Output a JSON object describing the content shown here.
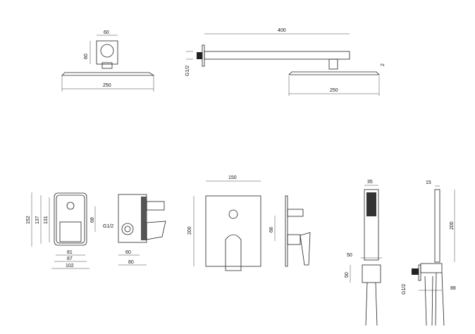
{
  "top_left_view": {
    "width": "60",
    "height": "60",
    "head_width": "250"
  },
  "top_right_view": {
    "arm_length": "400",
    "thread": "G1/2",
    "head_thickness": "2",
    "head_width": "250"
  },
  "valve_box_front": {
    "height_total": "152",
    "height_mid": "137",
    "height_inner": "131",
    "outlet_spacing": "68",
    "width_inner": "81",
    "width_mid": "87",
    "width_total": "102"
  },
  "valve_box_side": {
    "thread": "G1/2",
    "depth_inner": "60",
    "depth_total": "80"
  },
  "cover_plate": {
    "width": "150",
    "height": "200",
    "side_spacing": "68"
  },
  "hand_shower_front": {
    "width": "35",
    "holder_width": "50",
    "holder_height": "50"
  },
  "hand_shower_side": {
    "thickness": "15",
    "length": "200",
    "thread": "G1/2",
    "projection": "88"
  }
}
